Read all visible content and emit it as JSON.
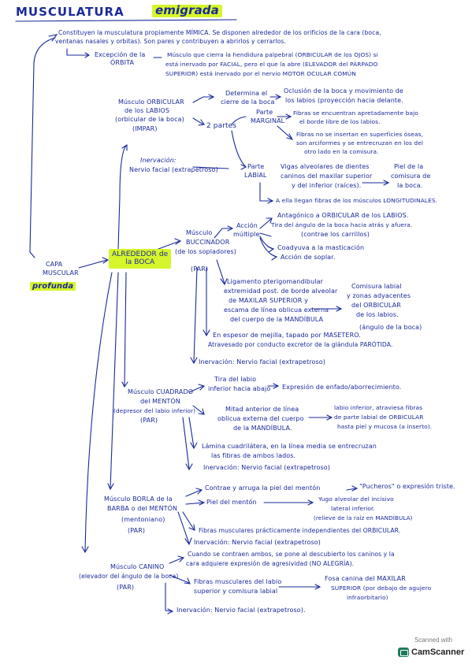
{
  "title": {
    "main": "MUSCULATURA",
    "highlight": "emigrada"
  },
  "intro": {
    "l1": "Constituyen la musculatura propiamente MÍMICA. Se disponen alrededor de los orificios de la cara (boca,",
    "l2": "ventanas nasales y orbitas). Son pares y contribuyen a abrirlos y cerrarlos.",
    "exc_label1": "Excepción de la",
    "exc_label2": "ÓRBITA",
    "exc1": "Músculo que cierra la hendidura palpebral (ORBICULAR de los OJOS) si",
    "exc2": "está inervado por FACIAL, pero el que la abre (ELEVADOR del PÁRPADO",
    "exc3": "SUPERIOR) está inervado por el nervio MOTOR OCULAR COMÚN"
  },
  "left": {
    "capa1": "CAPA",
    "capa2": "MUSCULAR",
    "profunda": "profunda"
  },
  "center_badge": {
    "l1": "ALREDEDOR de",
    "l2": "la BOCA"
  },
  "orbicular": {
    "name1": "Músculo ORBICULAR",
    "name2": "de los LABIOS",
    "name3": "(orbicular de la boca)",
    "impar": "(IMPAR)",
    "inerv1": "Inervación:",
    "inerv2": "Nervio facial (extrapetroso)",
    "func_a": "Determina el",
    "func_b": "cierre de la boca",
    "func_c1": "Oclusión de la boca y movimiento de",
    "func_c2": "los labios (proyección hacia delante.",
    "dos_partes": "2 partes",
    "marginal1": "Parte",
    "marginal2": "MARGINAL",
    "marg_a1": "Fibras se encuentran apretadamente bajo",
    "marg_a2": "el borde libre de los labios.",
    "marg_b1": "Fibras no se insertan en superficies óseas,",
    "marg_b2": "son arciformes y se entrecruzan en los del",
    "marg_b3": "otro lado en la comisura.",
    "labial1": "Parte",
    "labial2": "LABIAL",
    "lab_a1": "Vigas alveolares de dientes",
    "lab_a2": "caninos del maxilar superior",
    "lab_a3": "y del inferior (raíces).",
    "lab_b1": "Piel de la",
    "lab_b2": "comisura de",
    "lab_b3": "la boca.",
    "lab_c": "A ella llegan fibras de los músculos LONGITUDINALES."
  },
  "buccinador": {
    "name1": "Músculo",
    "name2": "BUCCINADOR",
    "name3": "(de los sopladores)",
    "par": "(PAR)",
    "acc1": "Acción",
    "acc2": "múltiple",
    "acc_a1": "Antagónico a ORBICULAR de los LABIOS.",
    "acc_a2": "Tira del ángulo de la boca hacia atrás y afuera.",
    "acc_a3": "(contrae los carrillos)",
    "acc_b": "Coadyuva a la masticación",
    "acc_c": "Acción de soplar.",
    "lig1": "Ligamento pterigomandibular",
    "lig2": "extremidad post. de borde alveolar",
    "lig3": "de MAXILAR SUPERIOR y",
    "lig4": "escama de línea oblicua externa",
    "lig5": "del cuerpo de la MANDÍBULA",
    "com1": "Comisura labial",
    "com2": "y zonas adyacentes",
    "com3": "del ORBICULAR",
    "com4": "de los labios.",
    "com5": "(ángulo de la boca)",
    "esp1": "En espesor de mejilla, tapado por MASETERO.",
    "esp2": "Atravesado por conducto excretor de la glándula PARÓTIDA.",
    "inerv": "Inervación: Nervio facial (extrapetroso)"
  },
  "cuadrado": {
    "name1": "Músculo CUADRADO",
    "name2": "del MENTÓN",
    "name3": "(depresor del labio inferior)",
    "par": "(PAR)",
    "f1a": "Tira del labio",
    "f1b": "inferior hacia abajo",
    "f1c": "Expresión de enfado/aborrecimiento.",
    "f2a": "Mitad anterior de línea",
    "f2b": "oblicua externa del cuerpo",
    "f2c": "de la MANDÍBULA.",
    "f2d": "labio inferior, atraviesa fibras",
    "f2e": "de parte labial de ORBICULAR",
    "f2f": "hasta piel y mucosa (a inserto).",
    "f3a": "Lámina cuadrilátera, en la línea media se entrecruzan",
    "f3b": "las fibras de ambos lados.",
    "inerv": "Inervación: Nervio facial (extrapetroso)"
  },
  "borla": {
    "name1": "Músculo BORLA de la",
    "name2": "BARBA o del MENTÓN",
    "name3": "(mentoniano)",
    "par": "(PAR)",
    "f1": "Contrae y arruga la piel del mentón",
    "f1b": "\"Pucheros\" o expresión triste.",
    "f2": "Piel del mentón",
    "f2b": "Yugo alveolar del incisivo",
    "f2c": "lateral inferior.",
    "f2d": "(relieve de la raíz en MANDÍBULA)",
    "f3": "Fibras musculares prácticamente independientes del ORBICULAR.",
    "inerv": "Inervación: Nervio facial (extrapetroso)"
  },
  "canino": {
    "name1": "Músculo CANINO",
    "name2": "(elevador del ángulo de la boca)",
    "par": "(PAR)",
    "f1a": "Cuando se contraen ambos, se pone al descubierto los caninos y la",
    "f1b": "cara adquiere expresión de agresividad (NO ALEGRÍA).",
    "f2a": "Fibras musculares del labio",
    "f2b": "superior y comisura labial",
    "f2c": "Fosa canina del MAXILAR",
    "f2d": "SUPERIOR (por debajo de agujero",
    "f2e": "infraorbitario)",
    "inerv": "Inervación: Nervio facial (extrapetroso)."
  },
  "stamp": {
    "line1": "Scanned with",
    "line2": "CamScanner"
  },
  "colors": {
    "ink": "#1a2a9a",
    "highlight": "#d6f52a",
    "brand": "#1e7b5d"
  }
}
